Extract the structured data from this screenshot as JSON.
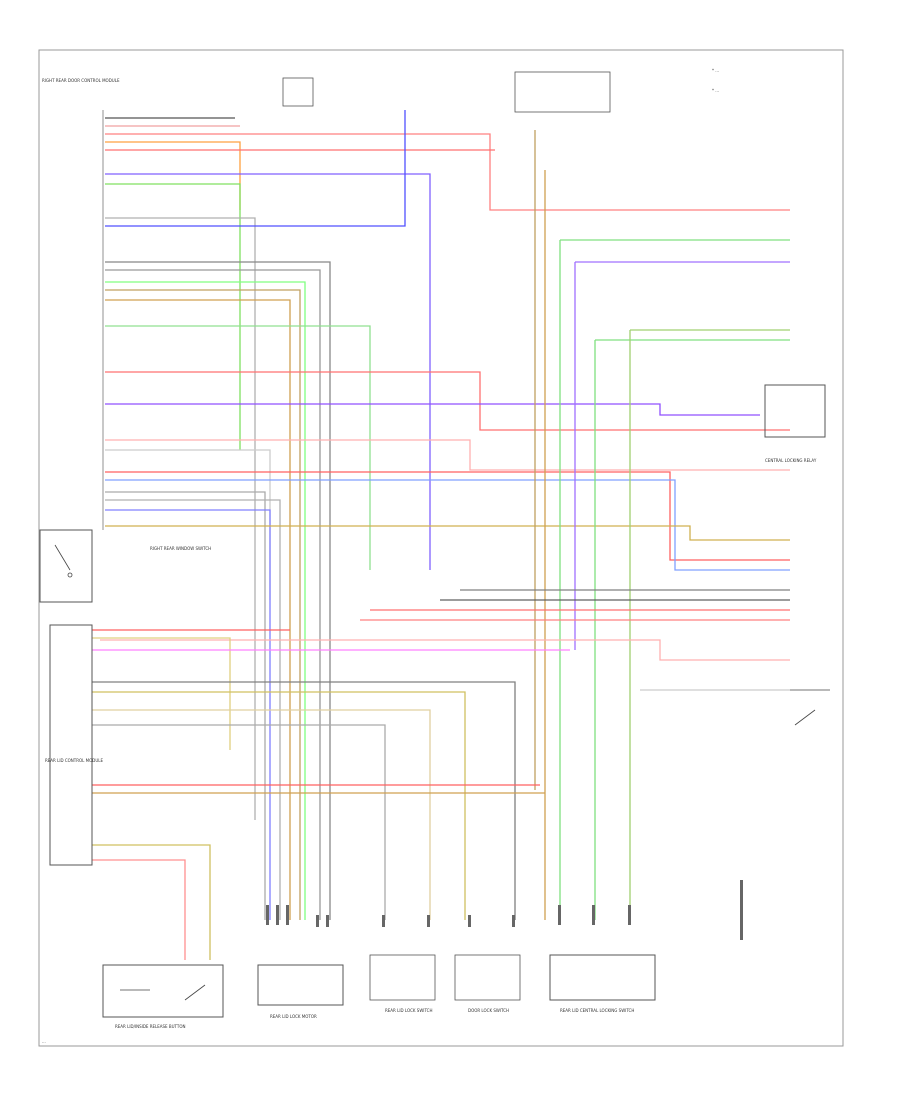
{
  "legend": {
    "item1": "* ...",
    "item2": "* ..."
  },
  "footer": {
    "code": "..."
  },
  "components": {
    "left_top": {
      "label": "RIGHT REAR DOOR CONTROL MODULE"
    },
    "driver_switch": {
      "label": "RIGHT REAR WINDOW SWITCH"
    },
    "rear_lid_module": {
      "label": "REAR LID CONTROL MODULE"
    },
    "rear_lid_release": {
      "label": "REAR LID/INSIDE RELEASE BUTTON"
    },
    "bottom_mid1": {
      "label": "REAR LID LOCK MOTOR"
    },
    "bottom_mid2": {
      "label": "REAR LID LOCK SWITCH"
    },
    "bottom_mid3": {
      "label": "DOOR LOCK SWITCH"
    },
    "bottom_right": {
      "label": "REAR LID CENTRAL LOCKING SWITCH"
    },
    "right_relay": {
      "label": "CENTRAL LOCKING RELAY"
    }
  }
}
